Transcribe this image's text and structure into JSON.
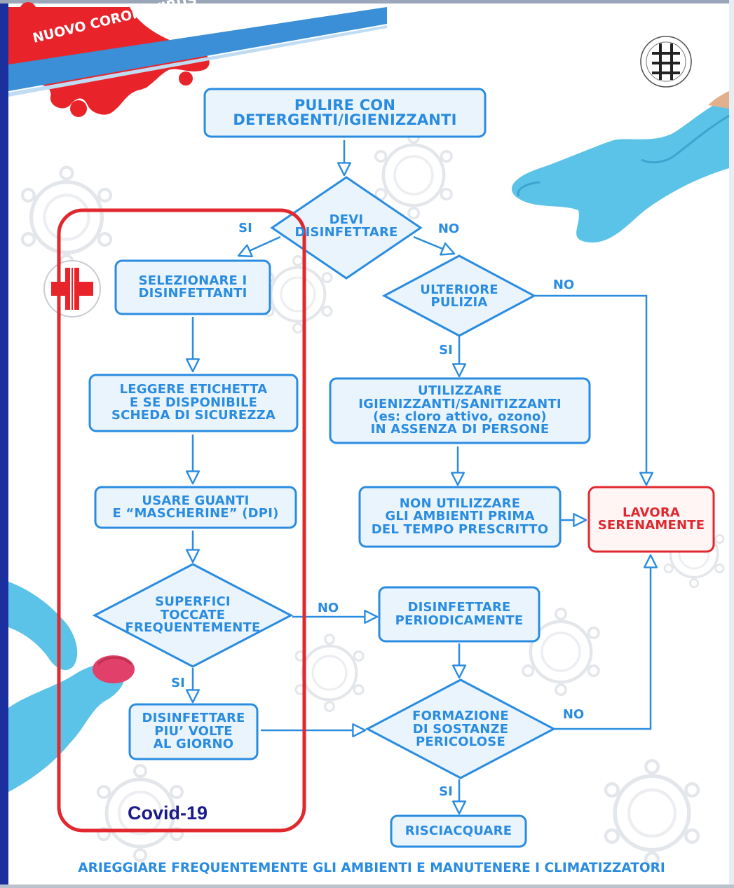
{
  "banner": {
    "text": "NUOVO CORONAVIRUS"
  },
  "nodes": {
    "pulire": "PULIRE CON\nDETERGENTI/IGIENIZZANTI",
    "devi_disinfettare": "DEVI\nDISINFETTARE",
    "selezionare": "SELEZIONARE I\nDISINFETTANTI",
    "ulteriore_pulizia": "ULTERIORE\nPULIZIA",
    "leggere": "LEGGERE ETICHETTA\nE SE DISPONIBILE\nSCHEDA DI SICUREZZA",
    "utilizzare": "UTILIZZARE\nIGIENIZZANTI/SANITIZZANTI\n(es: cloro attivo, ozono)\nIN ASSENZA DI PERSONE",
    "usare_guanti": "USARE GUANTI\nE “MASCHERINE” (DPI)",
    "non_utilizzare": "NON UTILIZZARE\nGLI AMBIENTI PRIMA\nDEL TEMPO PRESCRITTO",
    "lavora": "LAVORA\nSERENAMENTE",
    "superfici": "SUPERFICI\nTOCCATE\nFREQUENTEMENTE",
    "disinfettare_periodicamente": "DISINFETTARE\nPERIODICAMENTE",
    "disinfettare_piu_volte": "DISINFETTARE\nPIU’ VOLTE\nAL GIORNO",
    "formazione": "FORMAZIONE\nDI SOSTANZE\nPERICOLOSE",
    "risciacquare": "RISCIACQUARE"
  },
  "edges": {
    "si_devi": "SI",
    "no_devi": "NO",
    "no_ulteriore": "NO",
    "si_ulteriore": "SI",
    "no_superfici": "NO",
    "si_superfici": "SI",
    "no_formazione": "NO",
    "si_formazione": "SI"
  },
  "highlight_label": "Covid-19",
  "footer": "ARIEGGIARE FREQUENTEMENTE GLI AMBIENTI E MANUTENERE I CLIMATIZZATORI",
  "colors": {
    "accent": "#2a8ce0",
    "node_fill": "#eaf4fd",
    "alert": "#e0282e",
    "highlight_border": "#e0282e",
    "frame": "#1c2f9e"
  },
  "icons": [
    "logo-seal-icon",
    "red-cross-icon",
    "virus-outline-icon",
    "gloved-hand-icon",
    "virus-splash-icon"
  ]
}
